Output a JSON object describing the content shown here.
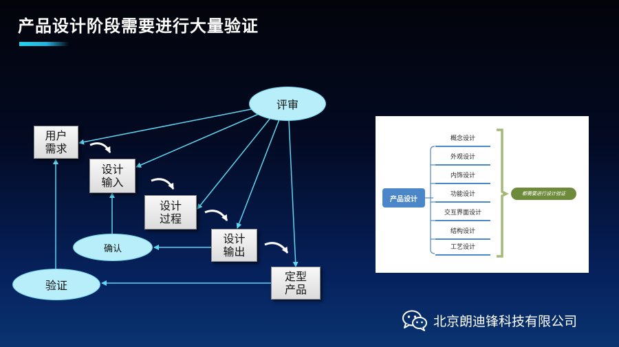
{
  "title": "产品设计阶段需要进行大量验证",
  "flow": {
    "user_need": [
      "用户",
      "需求"
    ],
    "design_input": [
      "设计",
      "输入"
    ],
    "design_process": [
      "设计",
      "过程"
    ],
    "design_output": [
      "设计",
      "输出"
    ],
    "final_product": [
      "定型",
      "产品"
    ],
    "review": "评审",
    "confirm": "确认",
    "verify": "验证"
  },
  "mindmap": {
    "root": "产品设计",
    "items": [
      "概念设计",
      "外观设计",
      "内饰设计",
      "功能设计",
      "交互界面设计",
      "结构设计",
      "工艺设计"
    ],
    "note": "都需要进行设计验证"
  },
  "footer": {
    "company": "北京朗迪锋科技有限公司",
    "icon": "wechat-icon"
  },
  "colors": {
    "arrow": "#5fd8f2",
    "ellipse": "#b8eef9",
    "title_bar": "#1fd6ee",
    "mindmap_blue": "#4a86c8",
    "brace_green": "#a3b87a",
    "note_green": "#6e8b3c"
  }
}
